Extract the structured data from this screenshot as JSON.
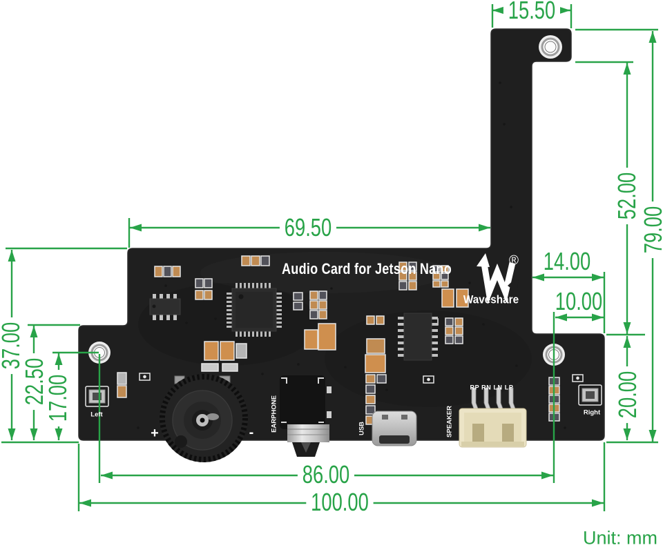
{
  "colors": {
    "green": "#28a348",
    "board": "#1f1f1f",
    "silk": "#ffffff"
  },
  "unit_note": "Unit: mm",
  "board": {
    "title": "Audio Card for Jetson Nano",
    "brand": "Waveshare",
    "registered_mark": "®",
    "silkscreen": {
      "left_mic": "Left",
      "right_mic": "Right",
      "earphone": "EARPHONE",
      "usb": "USB",
      "speaker": "SPEAKER",
      "speaker_pin_labels": "RP RN LN LP",
      "volume_plus": "+",
      "volume_minus": "-"
    }
  },
  "dimensions": {
    "top_tab_width": "15.50",
    "upper_body_width": "69.50",
    "total_height": "79.00",
    "arm_height": "52.00",
    "notch_width": "14.00",
    "hole_to_right_edge": "10.00",
    "left_body_height": "37.00",
    "step_height": "22.50",
    "hole_to_bottom": "17.00",
    "right_body_height": "20.00",
    "hole_span": "86.00",
    "total_width": "100.00"
  }
}
